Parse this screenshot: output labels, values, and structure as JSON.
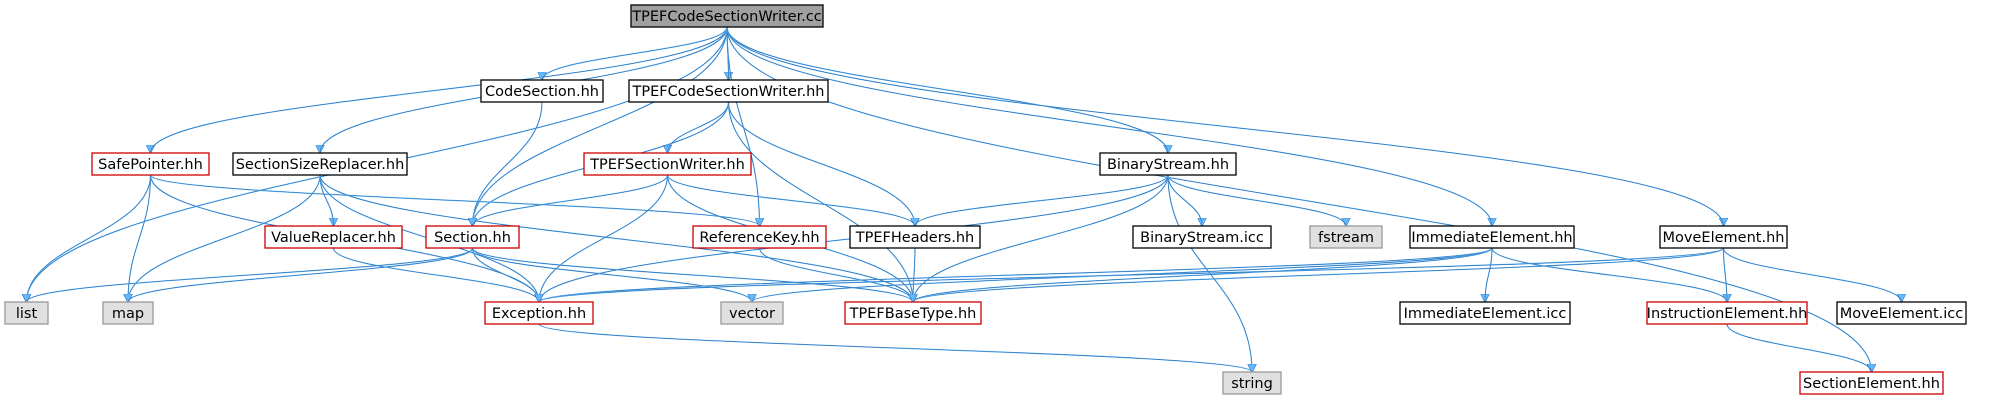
{
  "colors": {
    "root_fill": "#a0a0a0",
    "normal_fill": "#ffffff",
    "normal_stroke": "#000000",
    "missing_stroke": "#cc0000",
    "external_fill": "#e0e0e0",
    "external_stroke": "#999999",
    "edge": "#63b8ff"
  },
  "nodes": [
    {
      "id": "n0",
      "label": "TPEFCodeSectionWriter.cc",
      "kind": "root"
    },
    {
      "id": "n1",
      "label": "list",
      "kind": "external"
    },
    {
      "id": "n2",
      "label": "SafePointer.hh",
      "kind": "missing"
    },
    {
      "id": "n3",
      "label": "SectionSizeReplacer.hh",
      "kind": "normal"
    },
    {
      "id": "n4",
      "label": "Section.hh",
      "kind": "missing"
    },
    {
      "id": "n5",
      "label": "CodeSection.hh",
      "kind": "normal"
    },
    {
      "id": "n6",
      "label": "TPEFCodeSectionWriter.hh",
      "kind": "normal"
    },
    {
      "id": "n7",
      "label": "ReferenceKey.hh",
      "kind": "missing"
    },
    {
      "id": "n8",
      "label": "BinaryStream.hh",
      "kind": "normal"
    },
    {
      "id": "n9",
      "label": "ImmediateElement.hh",
      "kind": "normal"
    },
    {
      "id": "n10",
      "label": "MoveElement.hh",
      "kind": "normal"
    },
    {
      "id": "n11",
      "label": "SectionElement.hh",
      "kind": "missing"
    },
    {
      "id": "n12",
      "label": "map",
      "kind": "external"
    },
    {
      "id": "n13",
      "label": "Exception.hh",
      "kind": "missing"
    },
    {
      "id": "n14",
      "label": "ValueReplacer.hh",
      "kind": "missing"
    },
    {
      "id": "n15",
      "label": "TPEFBaseType.hh",
      "kind": "missing"
    },
    {
      "id": "n16",
      "label": "TPEFSectionWriter.hh",
      "kind": "missing"
    },
    {
      "id": "n17",
      "label": "vector",
      "kind": "external"
    },
    {
      "id": "n18",
      "label": "TPEFHeaders.hh",
      "kind": "normal"
    },
    {
      "id": "n19",
      "label": "string",
      "kind": "external"
    },
    {
      "id": "n20",
      "label": "BinaryStream.icc",
      "kind": "normal"
    },
    {
      "id": "n21",
      "label": "fstream",
      "kind": "external"
    },
    {
      "id": "n22",
      "label": "ImmediateElement.icc",
      "kind": "normal"
    },
    {
      "id": "n23",
      "label": "InstructionElement.hh",
      "kind": "missing"
    },
    {
      "id": "n24",
      "label": "MoveElement.icc",
      "kind": "normal"
    }
  ],
  "edges": [
    [
      "n0",
      "n1"
    ],
    [
      "n0",
      "n2"
    ],
    [
      "n0",
      "n3"
    ],
    [
      "n0",
      "n4"
    ],
    [
      "n0",
      "n5"
    ],
    [
      "n0",
      "n6"
    ],
    [
      "n0",
      "n7"
    ],
    [
      "n0",
      "n8"
    ],
    [
      "n0",
      "n9"
    ],
    [
      "n0",
      "n10"
    ],
    [
      "n0",
      "n11"
    ],
    [
      "n2",
      "n1"
    ],
    [
      "n2",
      "n12"
    ],
    [
      "n2",
      "n13"
    ],
    [
      "n2",
      "n7"
    ],
    [
      "n3",
      "n12"
    ],
    [
      "n3",
      "n14"
    ],
    [
      "n3",
      "n13"
    ],
    [
      "n3",
      "n15"
    ],
    [
      "n14",
      "n13"
    ],
    [
      "n4",
      "n1"
    ],
    [
      "n4",
      "n12"
    ],
    [
      "n4",
      "n13"
    ],
    [
      "n4",
      "n17"
    ],
    [
      "n4",
      "n15"
    ],
    [
      "n5",
      "n4"
    ],
    [
      "n6",
      "n16"
    ],
    [
      "n6",
      "n4"
    ],
    [
      "n6",
      "n18"
    ],
    [
      "n6",
      "n15"
    ],
    [
      "n16",
      "n4"
    ],
    [
      "n16",
      "n13"
    ],
    [
      "n16",
      "n15"
    ],
    [
      "n16",
      "n18"
    ],
    [
      "n7",
      "n15"
    ],
    [
      "n18",
      "n15"
    ],
    [
      "n8",
      "n18"
    ],
    [
      "n8",
      "n20"
    ],
    [
      "n8",
      "n21"
    ],
    [
      "n8",
      "n19"
    ],
    [
      "n8",
      "n13"
    ],
    [
      "n8",
      "n15"
    ],
    [
      "n9",
      "n22"
    ],
    [
      "n9",
      "n23"
    ],
    [
      "n9",
      "n13"
    ],
    [
      "n9",
      "n15"
    ],
    [
      "n9",
      "n17"
    ],
    [
      "n10",
      "n23"
    ],
    [
      "n10",
      "n24"
    ],
    [
      "n10",
      "n13"
    ],
    [
      "n10",
      "n15"
    ],
    [
      "n23",
      "n11"
    ],
    [
      "n13",
      "n19"
    ]
  ]
}
